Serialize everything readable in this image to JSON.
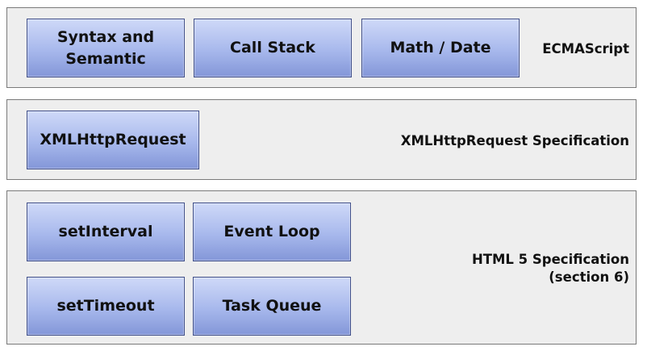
{
  "layers": {
    "ecmascript": {
      "label": "ECMAScript",
      "boxes": [
        "Syntax and\nSemantic",
        "Call Stack",
        "Math / Date"
      ]
    },
    "xhr": {
      "label": "XMLHttpRequest Specification",
      "boxes": [
        "XMLHttpRequest"
      ]
    },
    "html5": {
      "label": "HTML 5 Specification\n(section 6)",
      "boxes": [
        "setInterval",
        "Event Loop",
        "setTimeout",
        "Task Queue"
      ]
    }
  },
  "colors": {
    "layer_bg": "#eeeeee",
    "layer_border": "#7a7a7a",
    "box_top": "#cfd9f8",
    "box_bottom": "#8396d8",
    "box_border": "#41508a"
  }
}
